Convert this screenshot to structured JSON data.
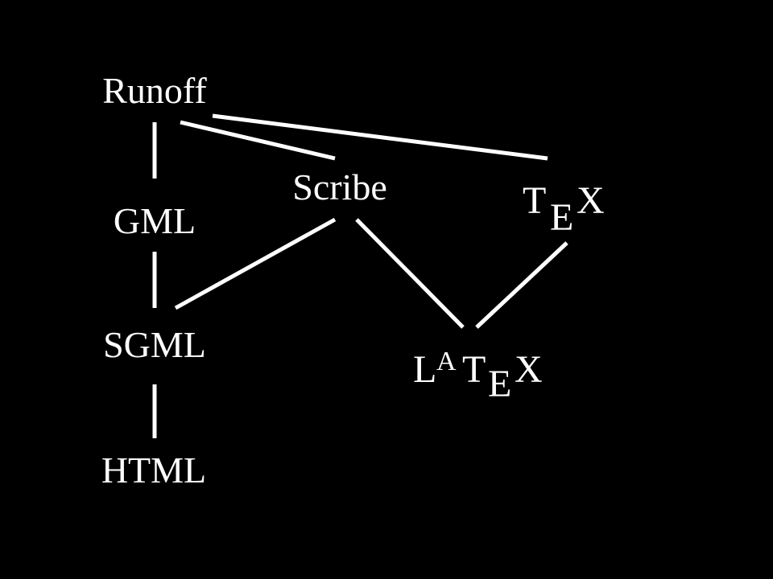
{
  "diagram": {
    "background_color": "#000000",
    "foreground_color": "#ffffff",
    "nodes": {
      "runoff": "Runoff",
      "gml": "GML",
      "sgml": "SGML",
      "html": "HTML",
      "scribe": "Scribe",
      "tex": {
        "t": "T",
        "e": "E",
        "x": "X"
      },
      "latex": {
        "l": "L",
        "a": "A",
        "t": "T",
        "e": "E",
        "x": "X"
      }
    },
    "edges": [
      {
        "from": "Runoff",
        "to": "GML"
      },
      {
        "from": "GML",
        "to": "SGML"
      },
      {
        "from": "SGML",
        "to": "HTML"
      },
      {
        "from": "Runoff",
        "to": "Scribe"
      },
      {
        "from": "Runoff",
        "to": "TEX"
      },
      {
        "from": "Scribe",
        "to": "SGML"
      },
      {
        "from": "Scribe",
        "to": "LATEX"
      },
      {
        "from": "TEX",
        "to": "LATEX"
      }
    ]
  }
}
